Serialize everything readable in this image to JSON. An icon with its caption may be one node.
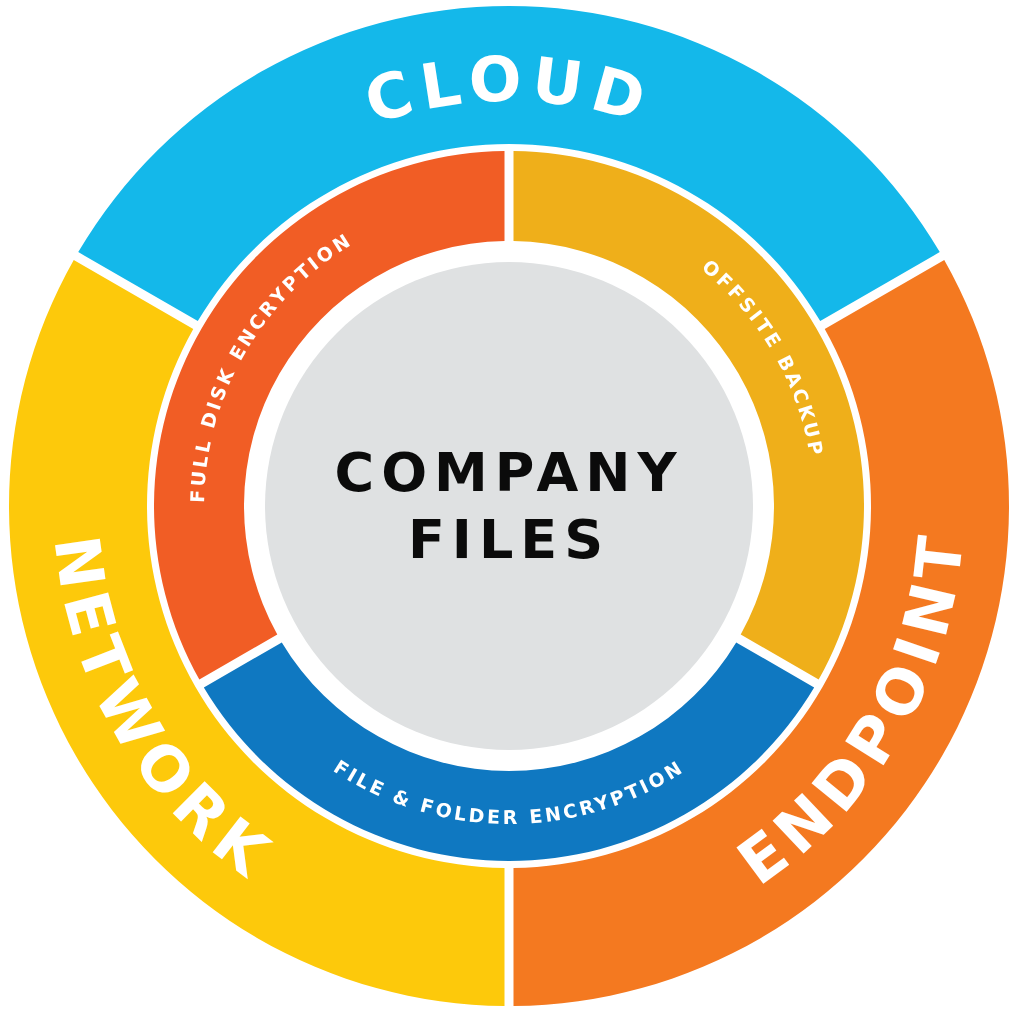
{
  "diagram": {
    "nodes": [
      {
        "text": [
          "CLOUD"
        ]
      },
      {
        "text": [
          "ENDPOINT"
        ]
      },
      {
        "text": [
          "NETWORK"
        ]
      },
      {
        "text": [
          "OFFSITE BACKUP"
        ]
      },
      {
        "text": [
          "FILE & FOLDER ENCRYPTION"
        ]
      },
      {
        "text": [
          "FULL DISK ENCRYPTION"
        ]
      },
      {
        "text": [
          "COMPANY FILES"
        ]
      }
    ]
  }
}
